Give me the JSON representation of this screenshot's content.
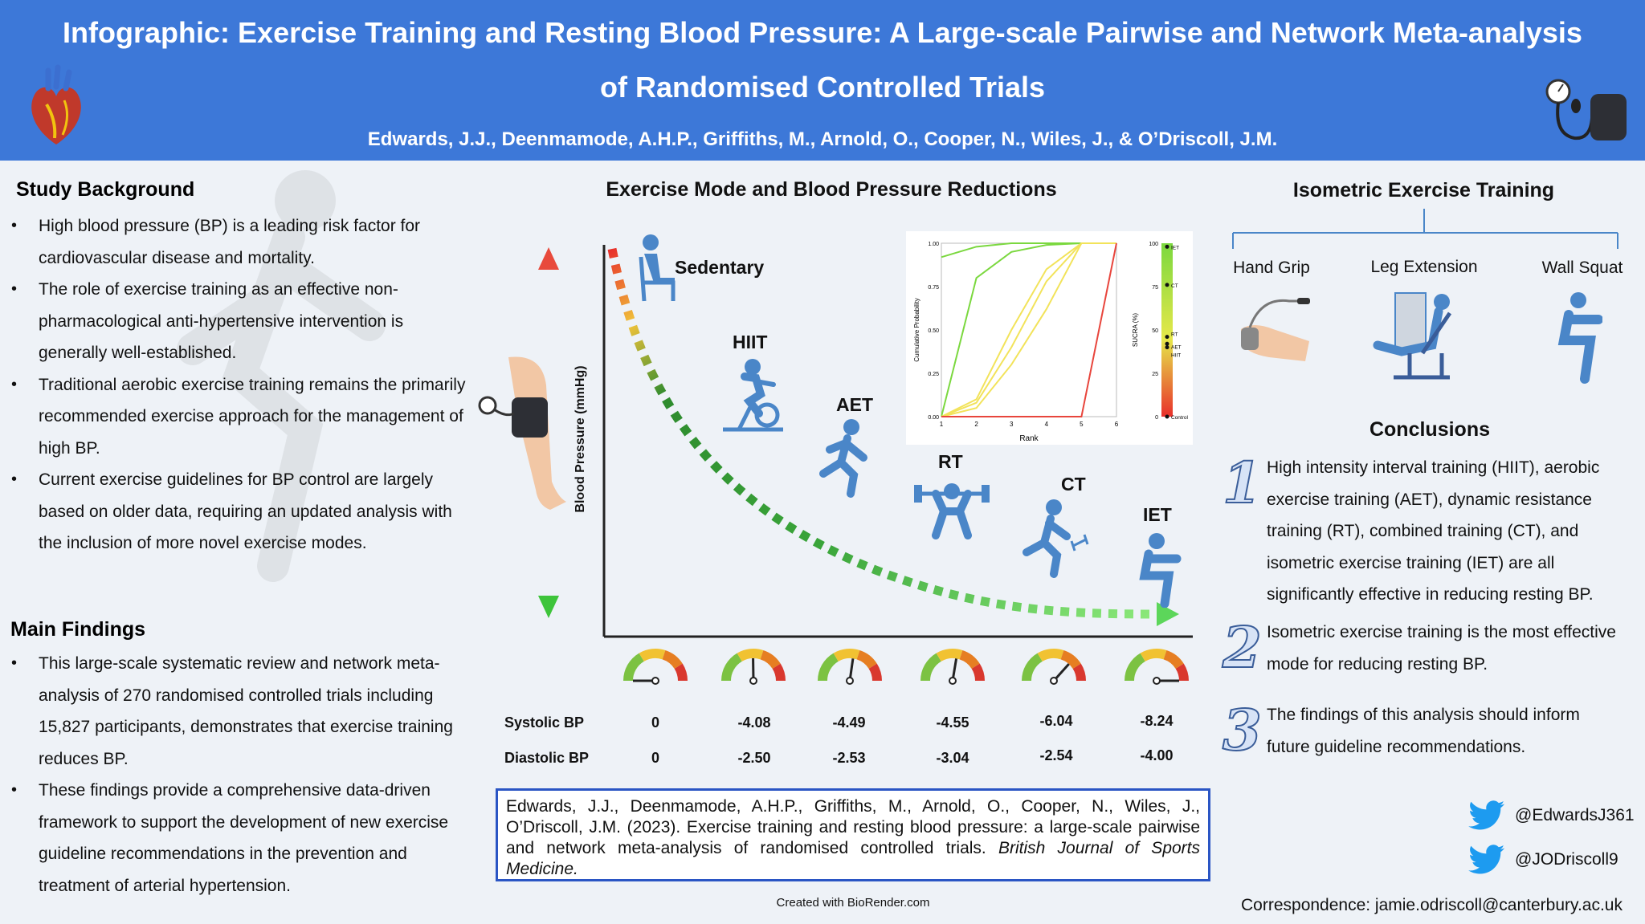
{
  "header": {
    "title_line1": "Infographic: Exercise Training and Resting Blood Pressure: A Large-scale Pairwise and Network Meta-analysis",
    "title_line2": "of Randomised Controlled Trials",
    "authors": "Edwards, J.J., Deenmamode, A.H.P., Griffiths, M., Arnold, O., Cooper, N., Wiles, J., & O’Driscoll, J.M."
  },
  "background": {
    "title": "Study Background",
    "bullets": [
      "High blood pressure (BP) is a leading risk factor for cardiovascular disease and mortality.",
      "The role of exercise training as an effective non-pharmacological anti-hypertensive intervention is generally well-established.",
      "Traditional aerobic exercise training remains the primarily recommended exercise approach for the management of high BP.",
      "Current exercise guidelines for BP control are largely based on older data, requiring an updated analysis with the inclusion of more novel exercise modes."
    ]
  },
  "findings": {
    "title": "Main Findings",
    "bullets": [
      "This large-scale systematic review and network meta-analysis of 270 randomised controlled trials including 15,827 participants, demonstrates that exercise training reduces BP.",
      "These findings provide a comprehensive data-driven framework to support the development of new exercise guideline recommendations in the prevention and treatment of arterial hypertension."
    ]
  },
  "modes": {
    "title": "Exercise Mode and Blood Pressure Reductions",
    "ylabel": "Blood Pressure (mmHg)",
    "labels": [
      "Sedentary",
      "HIIT",
      "AET",
      "RT",
      "CT",
      "IET"
    ],
    "systolic_label": "Systolic BP",
    "diastolic_label": "Diastolic BP",
    "systolic": [
      "0",
      "-4.08",
      "-4.49",
      "-4.55",
      "-6.04",
      "-8.24"
    ],
    "diastolic": [
      "0",
      "-2.50",
      "-2.53",
      "-3.04",
      "-2.54",
      "-4.00"
    ]
  },
  "chart_data": {
    "type": "line",
    "xlabel": "Rank",
    "ylabel": "Cumulative Probability",
    "xlim": [
      1,
      6
    ],
    "ylim": [
      0,
      1
    ],
    "x": [
      1,
      2,
      3,
      4,
      5,
      6
    ],
    "x_ticks": [
      "1",
      "2",
      "3",
      "4",
      "5",
      "6"
    ],
    "y_ticks": [
      "0.00",
      "0.25",
      "0.50",
      "0.75",
      "1.00"
    ],
    "series": [
      {
        "name": "IET",
        "values": [
          0.92,
          0.98,
          1.0,
          1.0,
          1.0,
          1.0
        ]
      },
      {
        "name": "CT",
        "values": [
          0.0,
          0.8,
          0.95,
          0.99,
          1.0,
          1.0
        ]
      },
      {
        "name": "RT",
        "values": [
          0.0,
          0.05,
          0.3,
          0.62,
          1.0,
          1.0
        ]
      },
      {
        "name": "AET",
        "values": [
          0.0,
          0.08,
          0.4,
          0.78,
          1.0,
          1.0
        ]
      },
      {
        "name": "HIIT",
        "values": [
          0.0,
          0.1,
          0.5,
          0.85,
          1.0,
          1.0
        ]
      },
      {
        "name": "Control",
        "values": [
          0.0,
          0.0,
          0.0,
          0.0,
          0.0,
          1.0
        ]
      }
    ],
    "sucra_axis": {
      "label": "SUCRA (%)",
      "ticks": [
        "0",
        "25",
        "50",
        "75",
        "100"
      ],
      "markers": [
        {
          "name": "IET",
          "value": 98
        },
        {
          "name": "CT",
          "value": 76
        },
        {
          "name": "RT",
          "value": 46
        },
        {
          "name": "AET",
          "value": 42
        },
        {
          "name": "HIIT",
          "value": 40
        },
        {
          "name": "Control",
          "value": 0
        }
      ]
    },
    "colors": {
      "green": "#7bd83f",
      "yellow": "#f2e35a",
      "red": "#e8453c"
    }
  },
  "isometric": {
    "title": "Isometric Exercise Training",
    "types": [
      "Hand Grip",
      "Leg Extension",
      "Wall Squat"
    ]
  },
  "conclusions": {
    "title": "Conclusions",
    "items": [
      {
        "num": "1",
        "text": "High intensity interval training (HIIT), aerobic exercise training (AET), dynamic resistance training (RT), combined training (CT), and isometric exercise training (IET) are all significantly effective in reducing resting BP."
      },
      {
        "num": "2",
        "text": "Isometric exercise training is the most effective mode for reducing resting BP."
      },
      {
        "num": "3",
        "text": "The findings of this analysis should inform future guideline recommendations."
      }
    ]
  },
  "reference": {
    "text": "Edwards, J.J., Deenmamode, A.H.P., Griffiths, M., Arnold, O., Cooper, N., Wiles, J., O’Driscoll, J.M. (2023). Exercise training and resting blood pressure: a large-scale pairwise and network meta-analysis of randomised controlled trials.",
    "journal": "British Journal of Sports Medicine."
  },
  "footer": {
    "created": "Created with BioRender.com",
    "twitter1": "@EdwardsJ361",
    "twitter2": "@JODriscoll9",
    "correspondence": "Correspondence: jamie.odriscoll@canterbury.ac.uk"
  },
  "colors": {
    "header": "#3d78d8",
    "icon_blue": "#4a86c8",
    "accent_blue": "#2a55c4",
    "twitter": "#1d9bf0"
  }
}
